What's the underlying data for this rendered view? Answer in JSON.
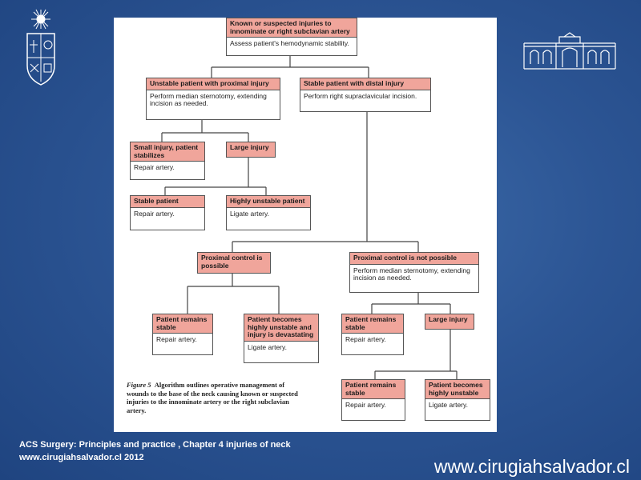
{
  "flowchart": {
    "n1": {
      "head": "Known or suspected injuries to innominate or right subclavian artery",
      "body": "Assess patient's hemodynamic stability."
    },
    "n2": {
      "head": "Unstable patient with proximal injury",
      "body": "Perform median sternotomy, extending incision as needed."
    },
    "n3": {
      "head": "Stable patient with distal injury",
      "body": "Perform right supraclavicular incision."
    },
    "n4": {
      "head": "Small injury, patient stabilizes",
      "body": "Repair artery."
    },
    "n5": {
      "head": "Large injury",
      "body": ""
    },
    "n6": {
      "head": "Stable patient",
      "body": "Repair artery."
    },
    "n7": {
      "head": "Highly unstable patient",
      "body": "Ligate artery."
    },
    "n8": {
      "head": "Proximal control is possible",
      "body": ""
    },
    "n9": {
      "head": "Proximal control is not possible",
      "body": "Perform median sternotomy, extending incision as needed."
    },
    "n10": {
      "head": "Patient remains stable",
      "body": "Repair artery."
    },
    "n11": {
      "head": "Patient becomes highly unstable and injury is devastating",
      "body": "Ligate artery."
    },
    "n12": {
      "head": "Patient remains stable",
      "body": "Repair artery."
    },
    "n13": {
      "head": "Large injury",
      "body": ""
    },
    "n14": {
      "head": "Patient remains stable",
      "body": "Repair artery."
    },
    "n15": {
      "head": "Patient becomes highly unstable",
      "body": "Ligate artery."
    }
  },
  "caption": {
    "figure_label": "Figure 5",
    "text": "Algorithm outlines operative management of wounds to the base of the neck causing known or suspected injuries to the innominate artery or the right subclavian artery."
  },
  "footer": {
    "line1": "ACS  Surgery: Principles and practice , Chapter 4 injuries  of neck",
    "line2": "www.cirugiahsalvador.cl 2012",
    "website": "www.cirugiahsalvador.cl"
  },
  "colors": {
    "background": "#2c5594",
    "node_header": "#f0a59b",
    "panel": "#ffffff"
  }
}
